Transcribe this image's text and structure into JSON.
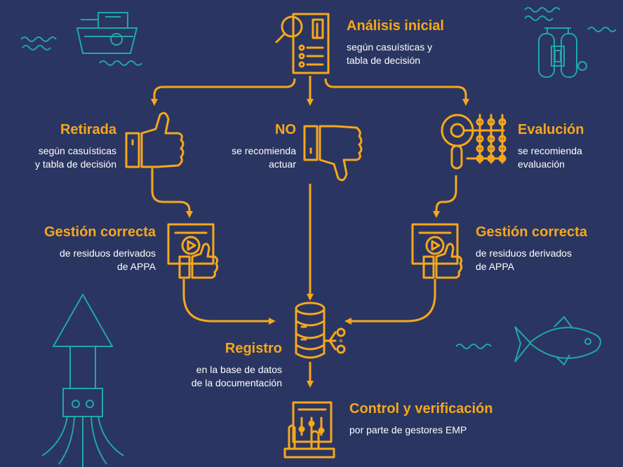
{
  "colors": {
    "background": "#2b3561",
    "accent": "#f5a81c",
    "decor": "#1fa8a6",
    "text": "#ffffff"
  },
  "nodes": {
    "analisis": {
      "title": "Análisis inicial",
      "sub": [
        "según casuísticas y",
        "tabla de decisión"
      ]
    },
    "retirada": {
      "title": "Retirada",
      "sub": [
        "según casuísticas",
        "y tabla de decisión"
      ]
    },
    "no": {
      "title": "NO",
      "sub": [
        "se recomienda",
        "actuar"
      ]
    },
    "evaluacion": {
      "title": "Evalución",
      "sub": [
        "se recomienda",
        "evaluación"
      ]
    },
    "gestion_left": {
      "title": "Gestión correcta",
      "sub": [
        "de residuos derivados",
        "de APPA"
      ]
    },
    "gestion_right": {
      "title": "Gestión correcta",
      "sub": [
        "de residuos derivados",
        "de APPA"
      ]
    },
    "registro": {
      "title": "Registro",
      "sub": [
        "en la base de datos",
        "de la documentación"
      ]
    },
    "control": {
      "title": "Control y verificación",
      "sub": [
        "por parte de gestores EMP"
      ]
    }
  },
  "icons": {
    "analisis": "document-magnifier-icon",
    "retirada": "thumbs-up-icon",
    "no": "thumbs-down-icon",
    "evaluacion": "magnifier-network-icon",
    "gestion": "video-thumbs-up-icon",
    "registro": "database-icon",
    "control": "tablet-hand-icon"
  },
  "decorations": [
    "boat-icon",
    "diver-tank-icon",
    "fish-icon",
    "squid-icon",
    "wave-icon"
  ]
}
